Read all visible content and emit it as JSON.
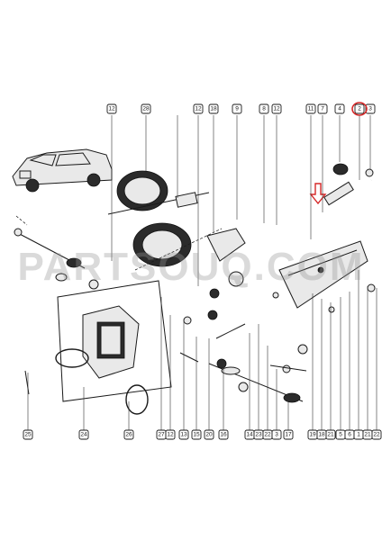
{
  "watermark": "PARTSOUQ.COM",
  "highlight": {
    "color": "#d62828",
    "callout_label": "2"
  },
  "arrow": {
    "color": "#d62828",
    "direction": "down"
  },
  "top_callouts": [
    "12",
    "28",
    "12",
    "18",
    "9",
    "8",
    "12",
    "11",
    "7",
    "4",
    "2",
    "3"
  ],
  "bottom_callouts": [
    "25",
    "24",
    "26",
    "27",
    "12",
    "13",
    "15",
    "20",
    "16",
    "14",
    "23",
    "22",
    "3",
    "17",
    "19",
    "18",
    "21",
    "5",
    "6",
    "1",
    "21",
    "22"
  ],
  "icons": [
    "car-thumbnail",
    "steering-rack",
    "pump-unit",
    "hose-clamp",
    "steering-column",
    "tie-rod"
  ]
}
